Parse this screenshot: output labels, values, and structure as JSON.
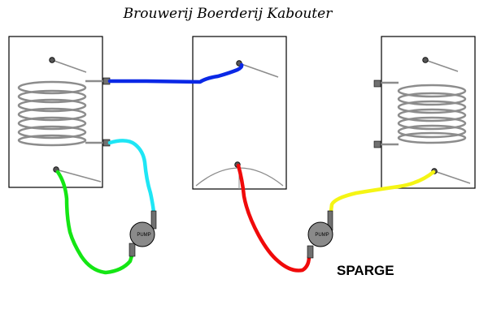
{
  "title": "Brouwerij Boerderij Kabouter",
  "pumps": [
    {
      "label": "PUMP"
    },
    {
      "label": "PUMP"
    }
  ],
  "mode_label": "SPARGE",
  "colors": {
    "vessel_stroke": "#000000",
    "coil": "#8c8c8c",
    "port": "#707070",
    "pump_body": "#8a8a8a",
    "hose_blue": "#0a28e6",
    "hose_cyan": "#1ee6f5",
    "hose_green": "#14e614",
    "hose_red": "#f00a0a",
    "hose_yellow": "#f5f514"
  }
}
